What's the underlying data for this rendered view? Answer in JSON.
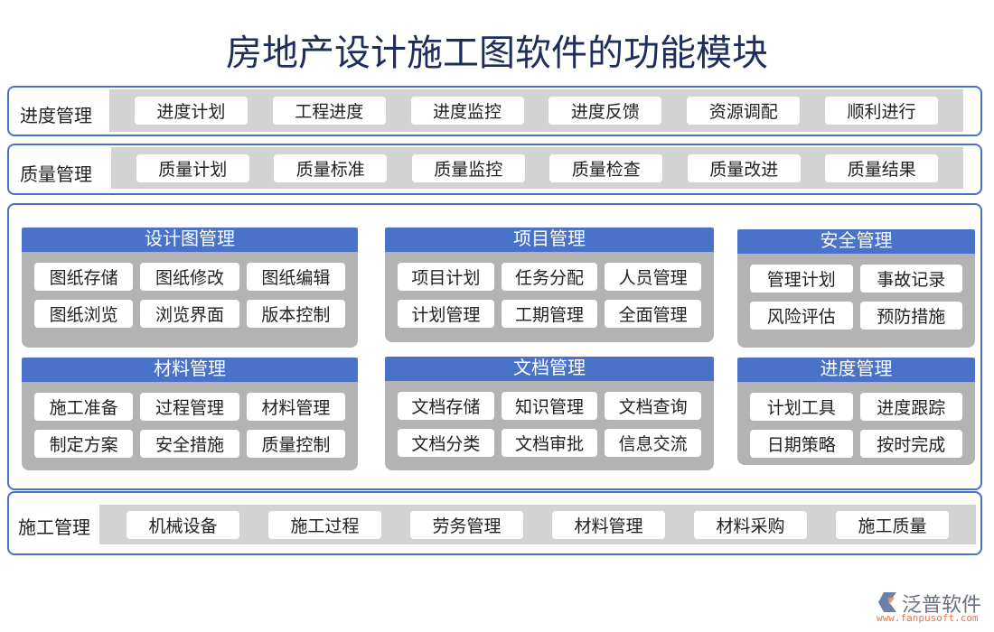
{
  "title": "房地产设计施工图软件的功能模块",
  "rows": [
    {
      "label": "进度管理",
      "items": [
        "进度计划",
        "工程进度",
        "进度监控",
        "进度反馈",
        "资源调配",
        "顺利进行"
      ]
    },
    {
      "label": "质量管理",
      "items": [
        "质量计划",
        "质量标准",
        "质量监控",
        "质量检查",
        "质量改进",
        "质量结果"
      ]
    },
    {
      "label": "施工管理",
      "items": [
        "机械设备",
        "施工过程",
        "劳务管理",
        "材料管理",
        "材料采购",
        "施工质量"
      ]
    }
  ],
  "cards": [
    {
      "title": "设计图管理",
      "items": [
        "图纸存储",
        "图纸修改",
        "图纸编辑",
        "图纸浏览",
        "浏览界面",
        "版本控制"
      ]
    },
    {
      "title": "项目管理",
      "items": [
        "项目计划",
        "任务分配",
        "人员管理",
        "计划管理",
        "工期管理",
        "全面管理"
      ]
    },
    {
      "title": "安全管理",
      "items": [
        "管理计划",
        "事故记录",
        "风险评估",
        "预防措施"
      ]
    },
    {
      "title": "材料管理",
      "items": [
        "施工准备",
        "过程管理",
        "材料管理",
        "制定方案",
        "安全措施",
        "质量控制"
      ]
    },
    {
      "title": "文档管理",
      "items": [
        "文档存储",
        "知识管理",
        "文档查询",
        "文档分类",
        "文档审批",
        "信息交流"
      ]
    },
    {
      "title": "进度管理",
      "items": [
        "计划工具",
        "进度跟踪",
        "日期策略",
        "按时完成"
      ]
    }
  ],
  "logo": {
    "name": "泛普软件",
    "url": "www.fanpusoft.com"
  },
  "colors": {
    "accent": "#4a72c8",
    "band": "#d3d3d3",
    "card_body": "#b3b3b3",
    "title": "#1f2d5a"
  }
}
